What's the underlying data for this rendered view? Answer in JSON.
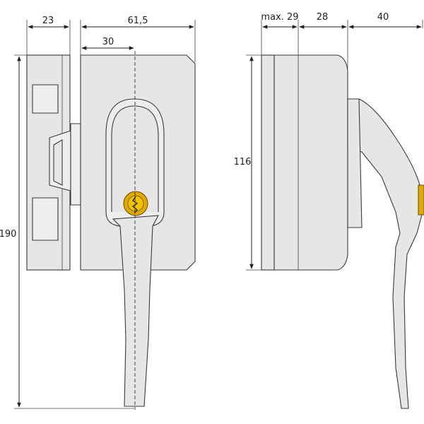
{
  "dimensions": {
    "width_plate": "23",
    "width_lock": "61,5",
    "center_offset": "30",
    "total_height": "190",
    "side_max": "max. 29",
    "side_body": "28",
    "side_handle": "40",
    "side_height": "116"
  },
  "colors": {
    "body": "#e6e6e6",
    "outline": "#3a3a3a",
    "cylinder": "#e0a800"
  }
}
